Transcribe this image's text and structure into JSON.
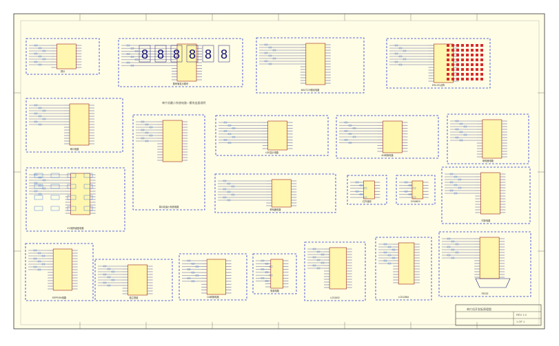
{
  "sheet": {
    "background": "#fffde6",
    "border_color": "#333333",
    "wire_color": "#1a1a7a",
    "box_color": "#2a3bd6",
    "part_fill": "#fff6b0",
    "part_stroke": "#a0201a",
    "pin_text_color": "#333333",
    "accent_blue": "#2a6bd6"
  },
  "header_note": "单片机最小系统电路 / 模块连接说明",
  "module_labels": [
    {
      "id": "m1",
      "label": "排针"
    },
    {
      "id": "m2",
      "label": "数码管显示模块"
    },
    {
      "id": "m3",
      "label": "MAX7219驱动电路"
    },
    {
      "id": "m4",
      "label": "8*8 LED点阵"
    },
    {
      "id": "m5",
      "label": "串口电路"
    },
    {
      "id": "m6",
      "label": "单片机最小系统电路"
    },
    {
      "id": "m7",
      "label": "LED显示电路"
    },
    {
      "id": "m8",
      "label": "AD转换电路"
    },
    {
      "id": "m9",
      "label": "继电器电路"
    },
    {
      "id": "m10",
      "label": "4*4矩阵键盘电路"
    },
    {
      "id": "m11",
      "label": "蜂鸣器电路"
    },
    {
      "id": "m12",
      "label": "红外接收"
    },
    {
      "id": "m13",
      "label": "DS18B20"
    },
    {
      "id": "m14",
      "label": "时钟电路"
    },
    {
      "id": "m15",
      "label": "EEPROM电路"
    },
    {
      "id": "m16",
      "label": "独立按键"
    },
    {
      "id": "m17",
      "label": "DA转换电路"
    },
    {
      "id": "m18",
      "label": "电源电路"
    },
    {
      "id": "m19",
      "label": "LCD1602"
    },
    {
      "id": "m20",
      "label": "LCD12864"
    },
    {
      "id": "m21",
      "label": "RS232"
    }
  ],
  "title_block": {
    "title": "单片机开发板原理图",
    "rev": "REV 1.0",
    "sheet": "1 OF 1"
  }
}
